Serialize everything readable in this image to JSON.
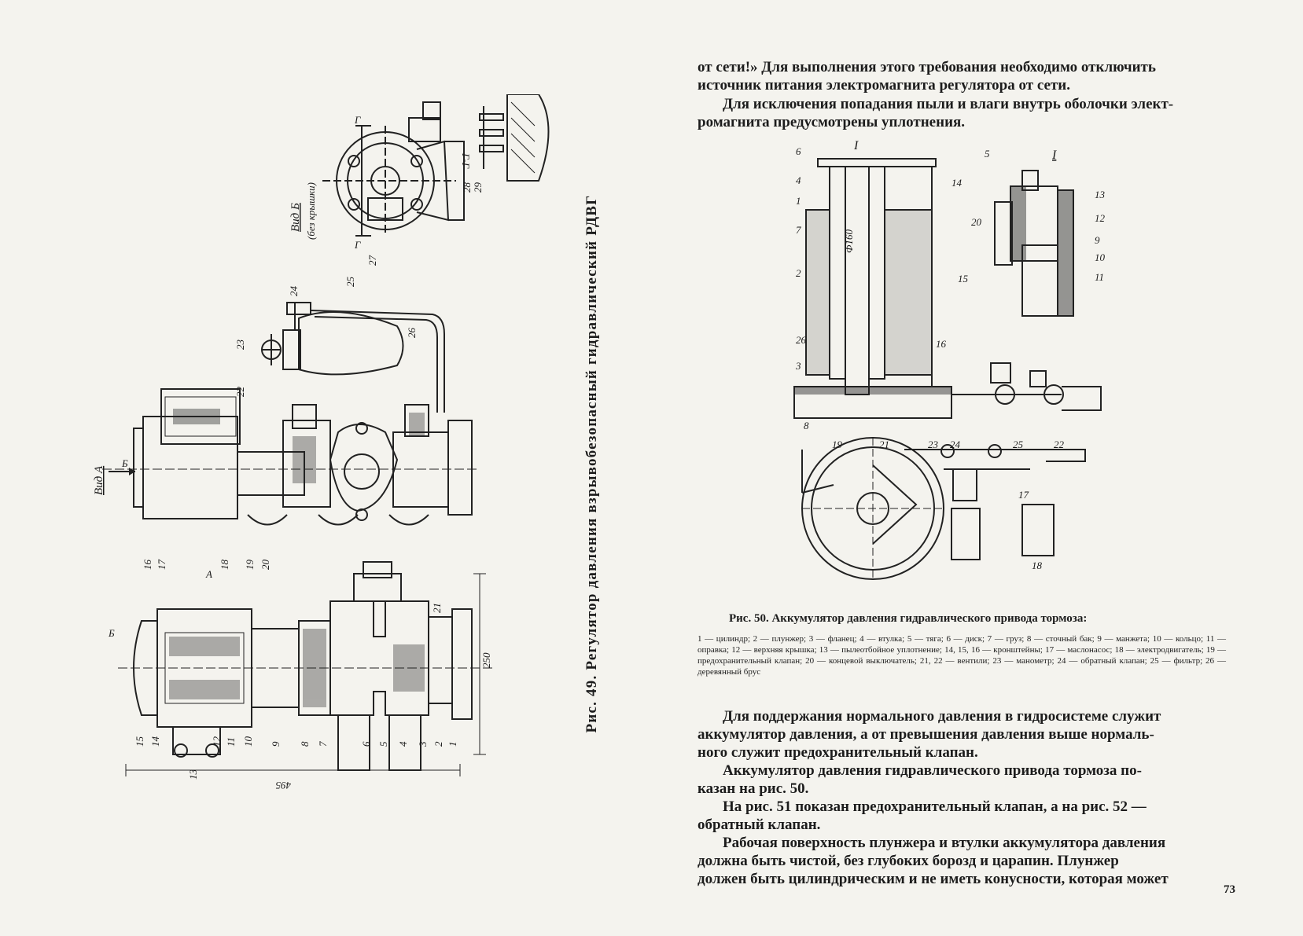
{
  "left_page": {
    "figure_caption": "Рис. 49. Регулятор давления взрывобезопасный гидравлический РДВГ",
    "view_b_label": "Вид Б",
    "view_b_note": "(без крышки)",
    "section_label": "Г-Г",
    "section_mark": "Г",
    "view_a_label": "Вид А",
    "arrow_b": "Б",
    "arrow_a": "А",
    "dimension_height": "250",
    "dimension_width": "495",
    "top_callouts": [
      "27",
      "28",
      "29"
    ],
    "mid_callouts": [
      "22",
      "23",
      "24",
      "25",
      "26"
    ],
    "bottom_callouts": [
      "16",
      "17",
      "18",
      "19",
      "20",
      "21",
      "1",
      "2",
      "3",
      "4",
      "5",
      "6",
      "7",
      "8",
      "9",
      "10",
      "11",
      "12",
      "13",
      "14",
      "15"
    ]
  },
  "right_page": {
    "para1_line1": "от сети!» Для выполнения этого требования необходимо отключить",
    "para1_line2": "источник питания электромагнита регулятора от сети.",
    "para2_line1": "Для исключения попадания пыли и влаги внутрь оболочки элект-",
    "para2_line2": "ромагнита предусмотрены уплотнения.",
    "figure_label_I": "I",
    "dimension_phi": "Ф160",
    "callouts_left": [
      "6",
      "4",
      "1",
      "7",
      "2",
      "26",
      "3",
      "8"
    ],
    "callouts_right": [
      "5",
      "14",
      "20",
      "15",
      "16"
    ],
    "callouts_detail": [
      "13",
      "12",
      "9",
      "10",
      "11"
    ],
    "callouts_plan": [
      "19",
      "21",
      "23",
      "24",
      "25",
      "22",
      "17",
      "18"
    ],
    "fig_title": "Рис. 50. Аккумулятор давления гидравлического привода тормоза:",
    "fig_legend": "1 — цилиндр; 2 — плунжер; 3 — фланец; 4 — втулка; 5 — тяга; 6 — диск; 7 — груз; 8 — сточный бак; 9 — манжета; 10 — кольцо; 11 — оправка; 12 — верхняя крышка; 13 — пылеотбойное уплотнение; 14, 15, 16 — кронштейны; 17 — маслонасос; 18 — электродвигатель; 19 — предохранительный клапан; 20 — концевой выключатель; 21, 22 — вентили; 23 — манометр; 24 — обратный клапан; 25 — фильтр; 26 — деревянный брус",
    "para3_line1": "Для поддержания нормального давления в гидросистеме служит",
    "para3_line2": "аккумулятор давления, а от превышения давления выше нормаль-",
    "para3_line3": "ного служит предохранительный клапан.",
    "para4_line1": "Аккумулятор давления гидравлического привода тормоза по-",
    "para4_line2": "казан на рис. 50.",
    "para5_line1": "На рис. 51 показан предохранительный клапан, а на рис. 52 —",
    "para5_line2": "обратный клапан.",
    "para6_line1": "Рабочая поверхность плунжера и втулки аккумулятора давления",
    "para6_line2": "должна быть чистой, без глубоких борозд и царапин. Плунжер",
    "para6_line3": "должен быть цилиндрическим и не иметь конусности, которая может",
    "page_number": "73"
  }
}
